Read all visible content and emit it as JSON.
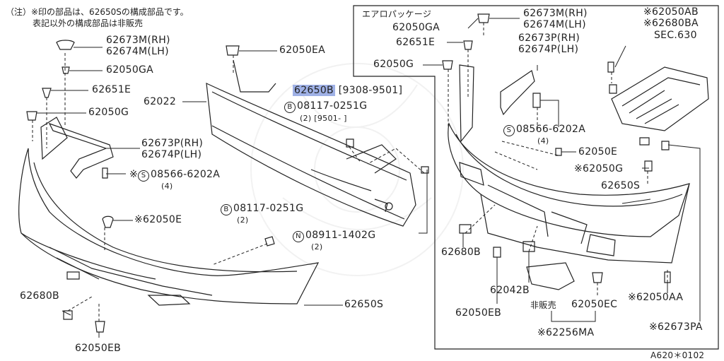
{
  "note": {
    "line1": "（注）※印の部品は、62650Sの構成部品です。",
    "line2": "表記以外の構成部品は非販売"
  },
  "inset": {
    "title": "エアロパッケージ",
    "sec": "SEC.630",
    "not_for_sale": "非販売"
  },
  "labels": {
    "p62673M_rh": "62673M(RH)",
    "p62674M_lh": "62674M(LH)",
    "p62050GA": "62050GA",
    "p62651E": "62651E",
    "p62050G": "62050G",
    "p62022": "62022",
    "p62650B": "62650B",
    "p62650B_range": "[9308-9501]",
    "p08117_a": "08117-0251G",
    "p08117_a_qty": "(2)",
    "p08117_a_range": "[9501-      ]",
    "p62050EA": "62050EA",
    "p62673P_rh": "62673P(RH)",
    "p62674P_lh": "62674P(LH)",
    "p08566_a": "08566-6202A",
    "p08566_a_qty": "(4)",
    "p62050E": "62050E",
    "p08117_b": "08117-0251G",
    "p08117_b_qty": "(2)",
    "p08911": "08911-1402G",
    "p08911_qty": "(2)",
    "p62680B": "62680B",
    "p62050EB": "62050EB",
    "p62650S": "62650S",
    "i62050GA": "62050GA",
    "i62673M_rh": "62673M(RH)",
    "i62674M_lh": "62674M(LH)",
    "i62651E": "62651E",
    "i62673P_rh": "62673P(RH)",
    "i62674P_lh": "62674P(LH)",
    "i62050G": "62050G",
    "i08566": "08566-6202A",
    "i08566_qty": "(4)",
    "i62050E": "62050E",
    "i62050G_star": "62050G",
    "i62650S": "62650S",
    "i62680B": "62680B",
    "i62042B": "62042B",
    "i62050EB": "62050EB",
    "i62050EC": "62050EC",
    "i62050AA": "62050AA",
    "i62256MA": "62256MA",
    "i62673PA": "62673PA",
    "i62050AB": "62050AB",
    "i62680BA": "62680BA"
  },
  "marks": {
    "star": "※",
    "circle_s": "S",
    "circle_b": "B",
    "circle_n": "N"
  },
  "footer": "A620＊0102",
  "colors": {
    "highlight": "#9fb1e6",
    "line": "#222222"
  }
}
